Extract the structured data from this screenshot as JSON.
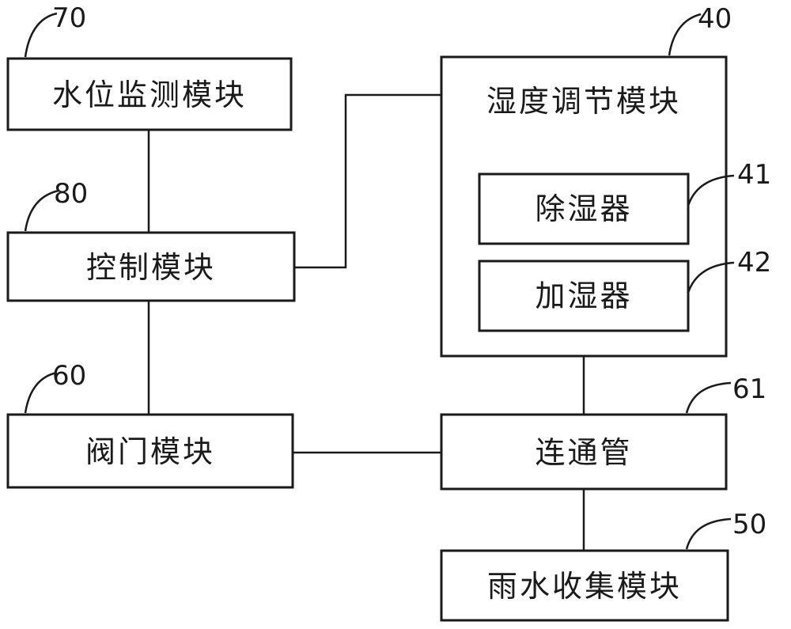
{
  "modules": {
    "water_level": {
      "label": "水位监测模块",
      "ref": "70"
    },
    "control": {
      "label": "控制模块",
      "ref": "80"
    },
    "valve": {
      "label": "阀门模块",
      "ref": "60"
    },
    "humidity": {
      "label": "湿度调节模块",
      "ref": "40"
    },
    "dehumidifier": {
      "label": "除湿器",
      "ref": "41"
    },
    "humidifier": {
      "label": "加湿器",
      "ref": "42"
    },
    "pipe": {
      "label": "连通管",
      "ref": "61"
    },
    "rain": {
      "label": "雨水收集模块",
      "ref": "50"
    }
  }
}
